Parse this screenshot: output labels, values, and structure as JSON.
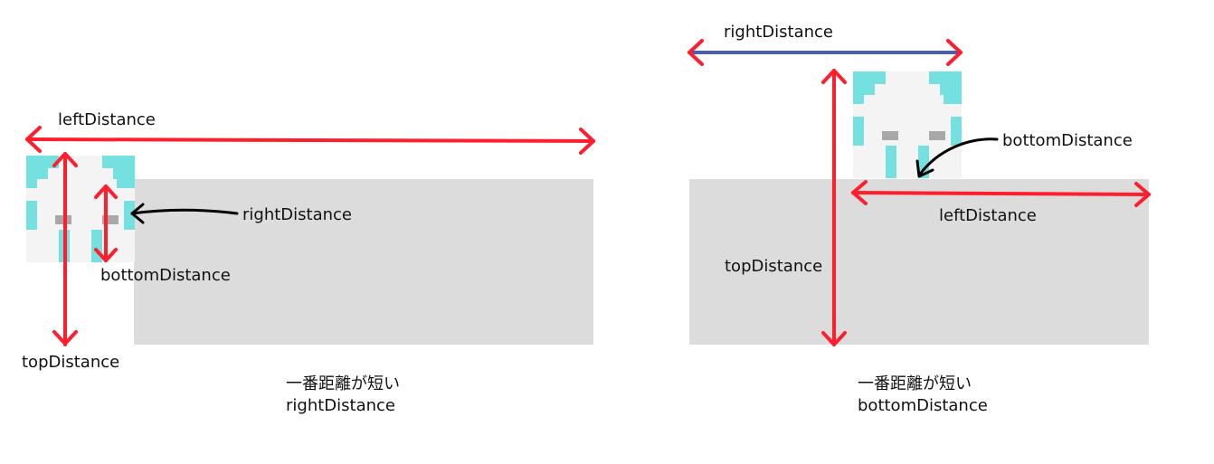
{
  "colors": {
    "arrow": "#ff1e2d",
    "arrow_blue": "#4b5fa8",
    "block": "#dcdcdc",
    "sprite_cyan": "#74e0e0",
    "sprite_white": "#f4f4f4",
    "sprite_gray": "#a8a8a8",
    "annotation": "#000000"
  },
  "left_diagram": {
    "label_left": "leftDistance",
    "label_right": "rightDistance",
    "label_bottom": "bottomDistance",
    "label_top": "topDistance",
    "caption_line1": "一番距離が短い",
    "caption_line2": "rightDistance"
  },
  "right_diagram": {
    "label_right": "rightDistance",
    "label_bottom": "bottomDistance",
    "label_left": "leftDistance",
    "label_top": "topDistance",
    "caption_line1": "一番距離が短い",
    "caption_line2": "bottomDistance"
  }
}
